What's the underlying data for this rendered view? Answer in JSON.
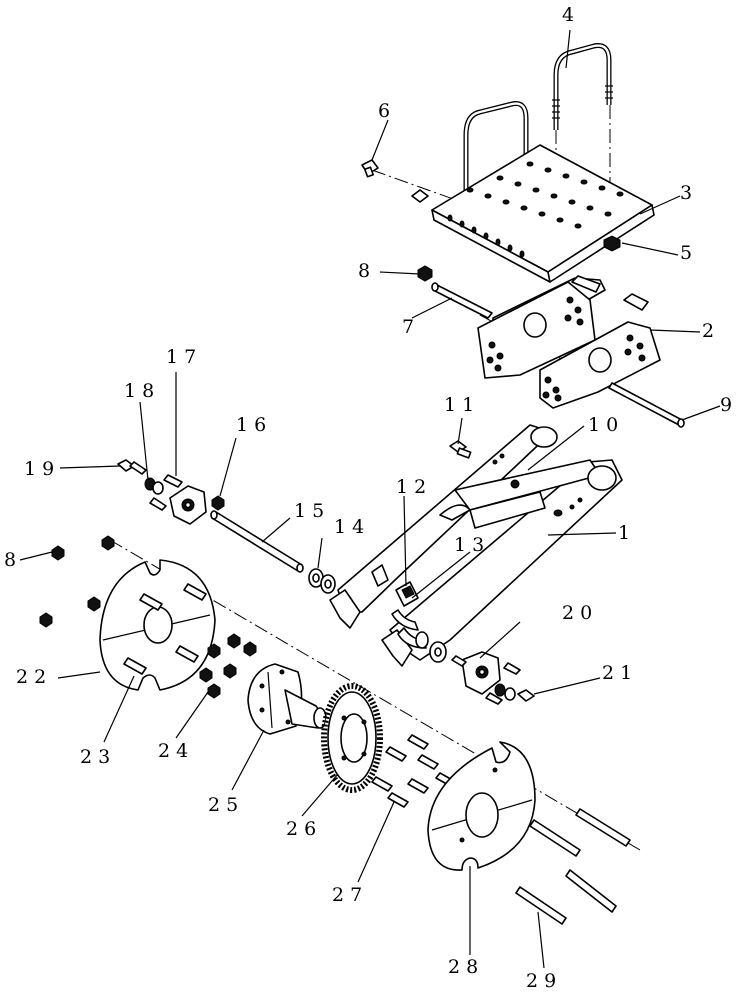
{
  "callouts": [
    {
      "id": "1",
      "text": "1"
    },
    {
      "id": "2",
      "text": "2"
    },
    {
      "id": "3",
      "text": "3"
    },
    {
      "id": "4",
      "text": "4"
    },
    {
      "id": "5",
      "text": "5"
    },
    {
      "id": "6",
      "text": "6"
    },
    {
      "id": "7",
      "text": "7"
    },
    {
      "id": "8a",
      "text": "8"
    },
    {
      "id": "8b",
      "text": "8"
    },
    {
      "id": "9",
      "text": "9"
    },
    {
      "id": "10",
      "text": "10"
    },
    {
      "id": "11",
      "text": "11"
    },
    {
      "id": "12",
      "text": "12"
    },
    {
      "id": "13",
      "text": "13"
    },
    {
      "id": "14",
      "text": "14"
    },
    {
      "id": "15",
      "text": "15"
    },
    {
      "id": "16",
      "text": "16"
    },
    {
      "id": "17",
      "text": "17"
    },
    {
      "id": "18",
      "text": "18"
    },
    {
      "id": "19",
      "text": "19"
    },
    {
      "id": "20",
      "text": "20"
    },
    {
      "id": "21",
      "text": "21"
    },
    {
      "id": "22",
      "text": "22"
    },
    {
      "id": "23",
      "text": "23"
    },
    {
      "id": "24",
      "text": "24"
    },
    {
      "id": "25",
      "text": "25"
    },
    {
      "id": "26",
      "text": "26"
    },
    {
      "id": "27",
      "text": "27"
    },
    {
      "id": "28",
      "text": "28"
    },
    {
      "id": "29",
      "text": "29"
    }
  ]
}
